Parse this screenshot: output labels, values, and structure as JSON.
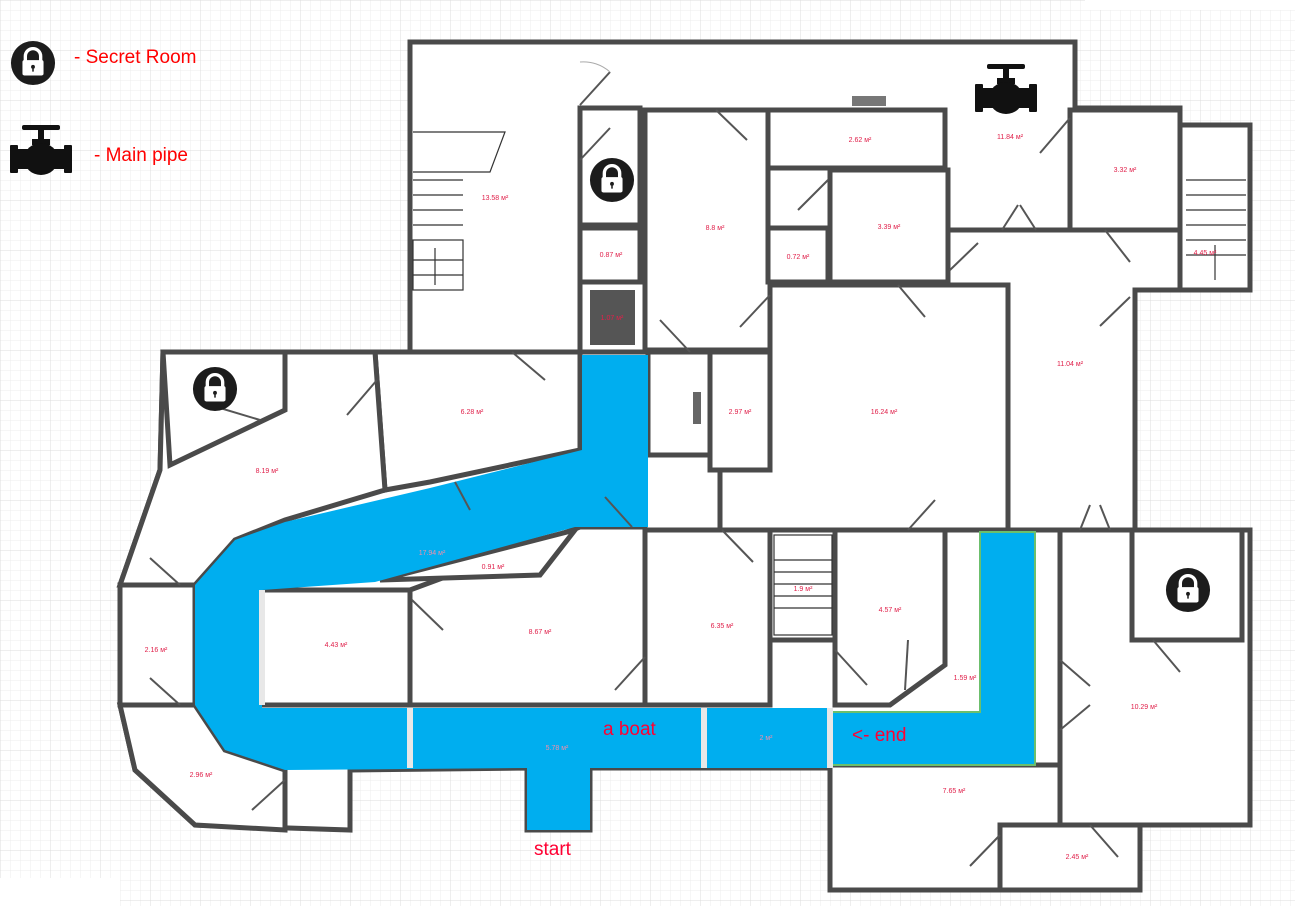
{
  "legend": {
    "secret_room": {
      "icon": "lock-icon",
      "label": "- Secret Room"
    },
    "main_pipe": {
      "icon": "pipe-valve-icon",
      "label": "- Main pipe"
    }
  },
  "annotations": {
    "boat": "a boat",
    "end": "<- end",
    "start": "start"
  },
  "colors": {
    "water": "#00AEEF",
    "annotation": "#FF0033",
    "area_label": "#E0204A",
    "wall": "#4A4A4A"
  },
  "rooms": [
    {
      "area": "13.58 м²"
    },
    {
      "area": "0.87 м²"
    },
    {
      "area": "1.07 м²"
    },
    {
      "area": "8.8 м²"
    },
    {
      "area": "2.62 м²"
    },
    {
      "area": "3.39 м²"
    },
    {
      "area": "0.72 м²"
    },
    {
      "area": "11.84 м²"
    },
    {
      "area": "3.32 м²"
    },
    {
      "area": "4.45 м²"
    },
    {
      "area": "11.04 м²"
    },
    {
      "area": "16.24 м²"
    },
    {
      "area": "2.97 м²"
    },
    {
      "area": "6.28 м²"
    },
    {
      "area": "8.19 м²"
    },
    {
      "area": "17.94 м²"
    },
    {
      "area": "0.91 м²"
    },
    {
      "area": "4.43 м²"
    },
    {
      "area": "8.67 м²"
    },
    {
      "area": "6.35 м²"
    },
    {
      "area": "1.9 м²"
    },
    {
      "area": "4.57 м²"
    },
    {
      "area": "1.59 м²"
    },
    {
      "area": "2.16 м²"
    },
    {
      "area": "2.96 м²"
    },
    {
      "area": "5.78 м²"
    },
    {
      "area": "2 м²"
    },
    {
      "area": "10.29 м²"
    },
    {
      "area": "7.65 м²"
    },
    {
      "area": "2.45 м²"
    }
  ]
}
